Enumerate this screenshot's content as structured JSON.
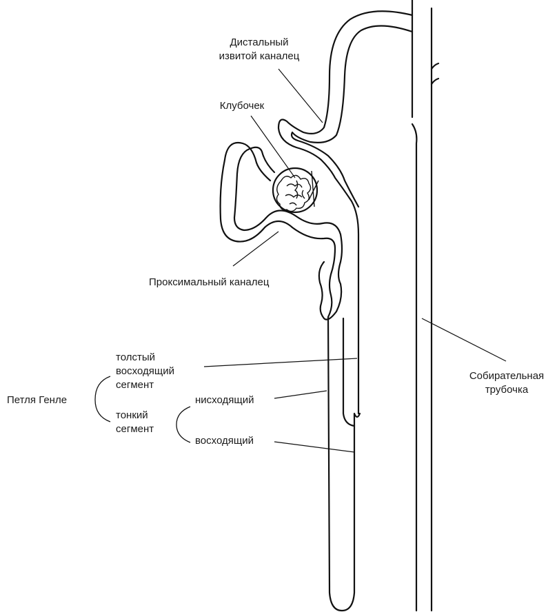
{
  "labels": {
    "distal_line1": "Дистальный",
    "distal_line2": "извитой каналец",
    "glomerulus": "Клубочек",
    "proximal": "Проксимальный каналец",
    "thick_line1": "толстый",
    "thick_line2": "восходящий",
    "thick_line3": "сегмент",
    "henle_loop": "Петля Генле",
    "thin_line1": "тонкий",
    "thin_line2": "сегмент",
    "descending": "нисходящий",
    "ascending": "восходящий",
    "collecting_line1": "Собирательная",
    "collecting_line2": "трубочка"
  },
  "colors": {
    "stroke": "#111111",
    "text": "#1a1a1a",
    "background": "#ffffff"
  }
}
